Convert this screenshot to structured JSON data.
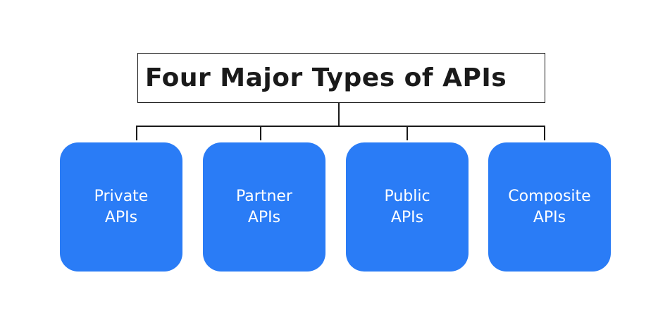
{
  "diagram": {
    "title": "Four Major Types of APIs",
    "accent_color": "#2A7CF6",
    "nodes": [
      {
        "line1": "Private",
        "line2": "APIs"
      },
      {
        "line1": "Partner",
        "line2": "APIs"
      },
      {
        "line1": "Public",
        "line2": "APIs"
      },
      {
        "line1": "Composite",
        "line2": "APIs"
      }
    ]
  }
}
